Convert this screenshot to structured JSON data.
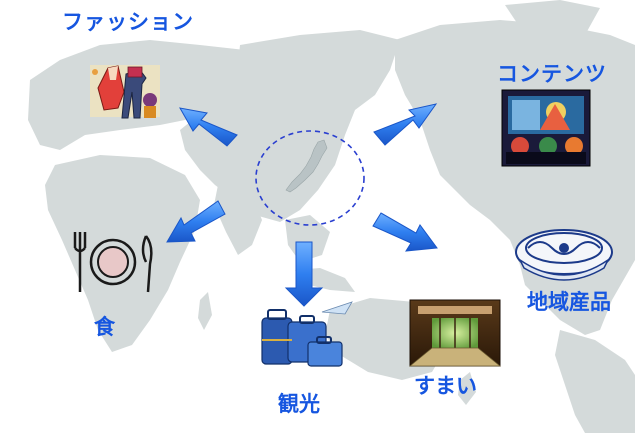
{
  "colors": {
    "label": "#1656e0",
    "arrow": "#2f7ff0",
    "arrow_edge": "#1a56c8",
    "map_land": "#d4dada",
    "center_circle": "#2a3fd0"
  },
  "center": {
    "icon": "japan-icon"
  },
  "items": {
    "fashion": {
      "label": "ファッション",
      "icon": "clothing-icon"
    },
    "contents": {
      "label": "コンテンツ",
      "icon": "movie-theater-icon"
    },
    "food": {
      "label": "食",
      "icon": "place-setting-icon"
    },
    "tourism": {
      "label": "観光",
      "icon": "luggage-icon"
    },
    "housing": {
      "label": "すまい",
      "icon": "japanese-room-icon"
    },
    "regional": {
      "label": "地域産品",
      "icon": "porcelain-bowl-icon"
    }
  }
}
